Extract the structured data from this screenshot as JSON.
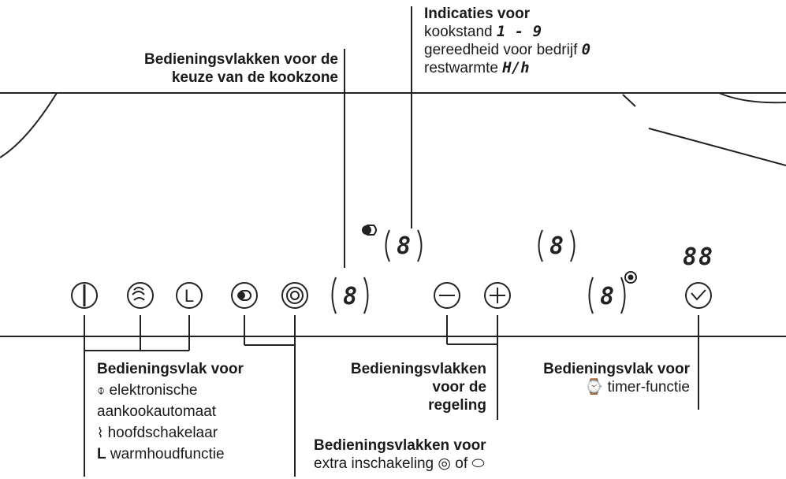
{
  "callouts": {
    "indicaties": {
      "title": "Indicaties voor",
      "line1_text": "kookstand",
      "line1_symbol": "1 - 9",
      "line2_text": "gereedheid voor bedrijf",
      "line2_symbol": "0",
      "line3_text": "restwarmte",
      "line3_symbol": "H/h"
    },
    "kookzone_keuze": {
      "line1": "Bedieningsvlakken voor de",
      "line2": "keuze van de kookzone"
    },
    "bedieningsvlak_links": {
      "title": "Bedieningsvlak voor",
      "item1": "elektronische",
      "item1b": "aankookautomaat",
      "item2": "hoofdschakelaar",
      "item3_letter": "L",
      "item3": "warmhoudfunctie"
    },
    "regeling": {
      "line1": "Bedieningsvlakken",
      "line2": "voor de",
      "line3": "regeling"
    },
    "extra_inschakeling": {
      "title": "Bedieningsvlakken voor",
      "text": "extra inschakeling",
      "of": "of"
    },
    "timer": {
      "title": "Bedieningsvlak voor",
      "text": "timer-functie"
    }
  },
  "panel": {
    "displays": [
      "8",
      "8",
      "8",
      "8"
    ],
    "timer_display": "88",
    "button_L": "L"
  }
}
